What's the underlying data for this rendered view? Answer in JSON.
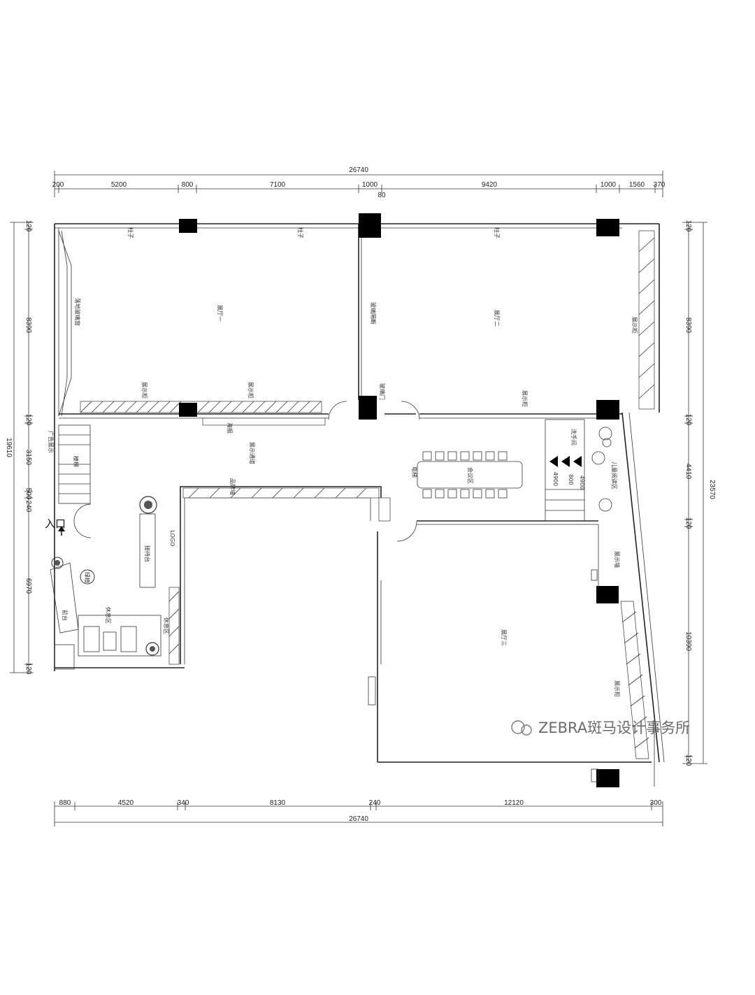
{
  "dimensions": {
    "top_total": "26740",
    "top_segments": [
      "200",
      "5200",
      "800",
      "7100",
      "1000",
      "9420",
      "1000",
      "1560",
      "370"
    ],
    "top_sub": "80",
    "bottom_total": "26740",
    "bottom_segments": [
      "880",
      "4520",
      "340",
      "8130",
      "240",
      "12120",
      "300"
    ],
    "left_total": "19610",
    "left_segments": [
      "120",
      "8390",
      "120",
      "3150",
      "240",
      "6970",
      "120"
    ],
    "left_sub": "500",
    "right_total": "23570",
    "right_segments": [
      "120",
      "8390",
      "120",
      "4410",
      "120",
      "10390",
      "120"
    ]
  },
  "rooms": {
    "exhibition_1": "展厅一",
    "exhibition_2": "展厅二",
    "exhibition_3": "展厅三",
    "pillar_a": "柱子",
    "pillar_b": "柱子",
    "pillar_c": "柱子",
    "corridor": "展示通道",
    "window_left": "落地玻璃窗",
    "glass_wall": "玻璃隔断",
    "cabinet_a": "展示柜",
    "cabinet_b": "展示柜",
    "cabinet_c": "展示柜",
    "cabinet_right": "展示柜",
    "cabinet_mid": "展示柜",
    "glass_door": "玻璃门",
    "meeting": "会议区",
    "reception": "接待台",
    "lounge": "休息区",
    "front_desk": "前台",
    "logo_wall": "LOGO",
    "reading": "儿童阅读区",
    "wash": "洗手间",
    "stair_label": "楼梯",
    "ad_display": "广告展示",
    "rest_area": "休息区",
    "poster": "海报",
    "brand_wall": "品牌墙",
    "plant_label": "绿植",
    "lift": "电梯",
    "side_label": "展示墙"
  },
  "levels": [
    "4900",
    "4900",
    "800"
  ],
  "entrance": "入口",
  "watermark": "ZEBRA斑马设计事务所",
  "colors": {
    "line": "#222222",
    "column": "#000000",
    "watermark": "#6a6a6a"
  }
}
